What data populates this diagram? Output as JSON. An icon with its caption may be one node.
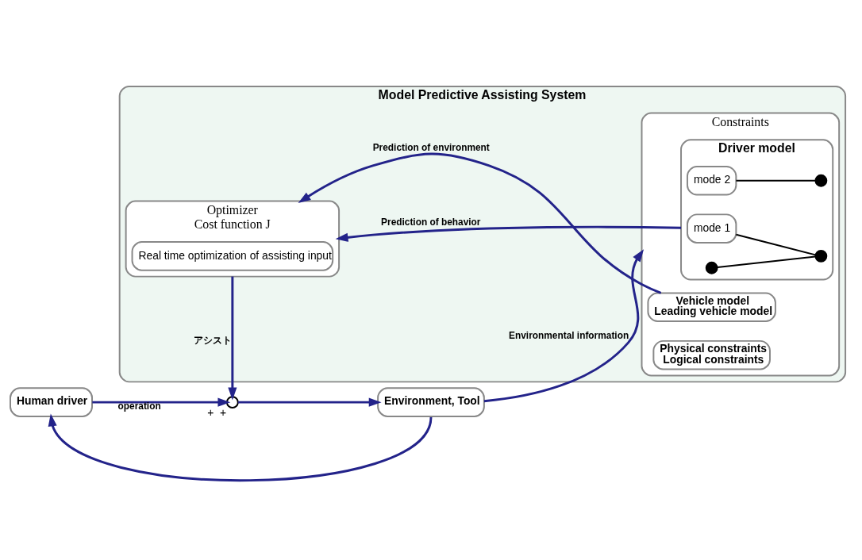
{
  "diagram": {
    "nodes": [
      {
        "text": [
          "Model Predictive Assisting System"
        ]
      },
      {
        "text": [
          "Optimizer",
          "Cost function J"
        ],
        "in": 0
      },
      {
        "text": [
          "Real time optimization of assisting input"
        ],
        "in": 1
      },
      {
        "text": [
          "Constraints"
        ],
        "in": 0
      },
      {
        "text": [
          "Driver model"
        ],
        "in": 3
      },
      {
        "text": [
          "mode 1"
        ],
        "in": 4
      },
      {
        "text": [
          "mode 2"
        ],
        "in": 4
      },
      {
        "text": [],
        "shape": "circle",
        "in": 4
      },
      {
        "text": [],
        "shape": "circle",
        "in": 4
      },
      {
        "text": [],
        "shape": "circle",
        "in": 4
      },
      {
        "text": [
          "Vehicle model",
          "Leading vehicle model"
        ],
        "in": 3
      },
      {
        "text": [
          "Physical constraints",
          "Logical constraints"
        ],
        "in": 3
      },
      {
        "text": [
          "Human driver"
        ]
      },
      {
        "text": [],
        "shape": "circle",
        "beside": [
          "+",
          "+"
        ]
      },
      {
        "text": [
          "Environment, Tool"
        ]
      }
    ],
    "edges": [
      {
        "from": 5,
        "to": 7,
        "arrow": "none",
        "color": "#000000"
      },
      {
        "from": 6,
        "to": 8,
        "arrow": "none",
        "color": "#000000"
      },
      {
        "from": 9,
        "to": 7,
        "arrow": "none",
        "color": "#000000"
      },
      {
        "from": 4,
        "to": 1,
        "arrow": "to",
        "label": "Prediction of behavior"
      },
      {
        "from": 10,
        "to": 1,
        "arrow": "to",
        "label": "Prediction of environment"
      },
      {
        "from": 1,
        "to": 13,
        "arrow": "to",
        "label": "アシスト"
      },
      {
        "from": 12,
        "to": 13,
        "arrow": "to",
        "label": "operation"
      },
      {
        "from": 13,
        "to": 14,
        "arrow": "to"
      },
      {
        "from": 14,
        "to": 3,
        "arrow": "to",
        "label": "Environmental information"
      },
      {
        "from": 14,
        "to": 12,
        "arrow": "to"
      }
    ]
  }
}
